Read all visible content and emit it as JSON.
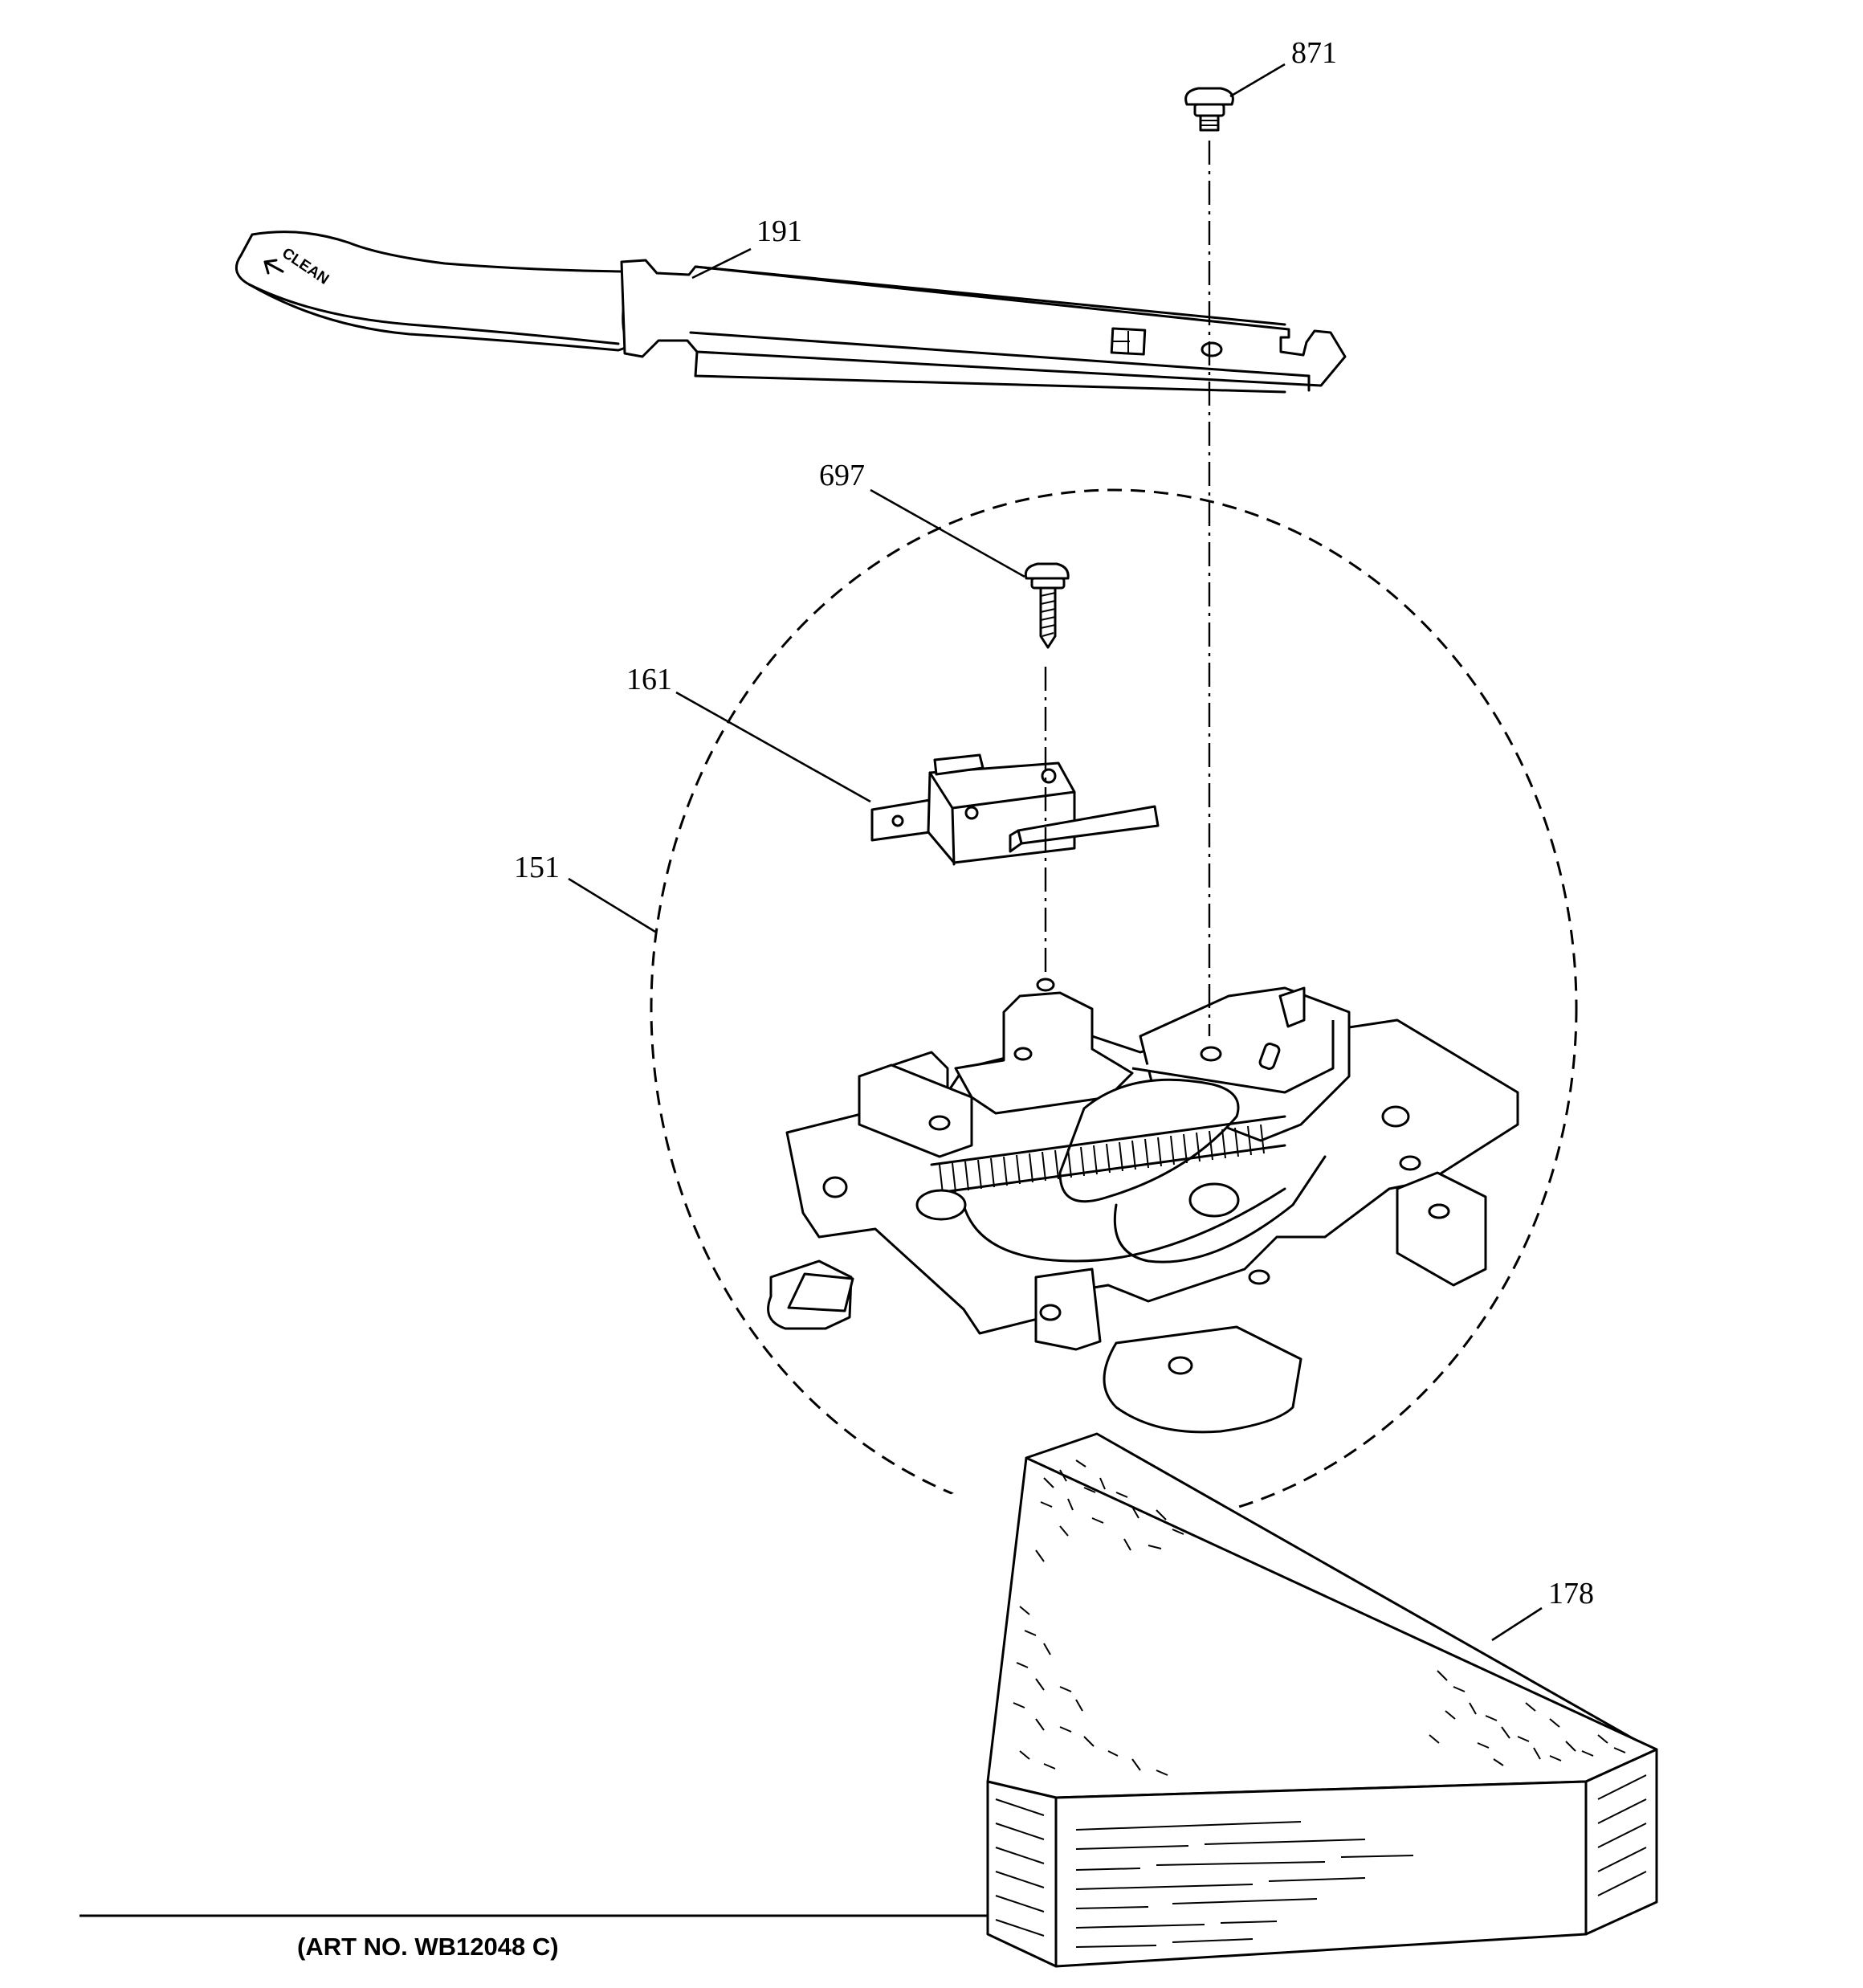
{
  "diagram": {
    "callouts": [
      {
        "id": "871",
        "label": "871"
      },
      {
        "id": "191",
        "label": "191"
      },
      {
        "id": "697",
        "label": "697"
      },
      {
        "id": "161",
        "label": "161"
      },
      {
        "id": "151",
        "label": "151"
      },
      {
        "id": "178",
        "label": "178"
      }
    ],
    "handle_imprint": "CLEAN",
    "art_number": "(ART NO. WB12048 C)",
    "colors": {
      "line": "#000000",
      "background": "#ffffff"
    }
  }
}
